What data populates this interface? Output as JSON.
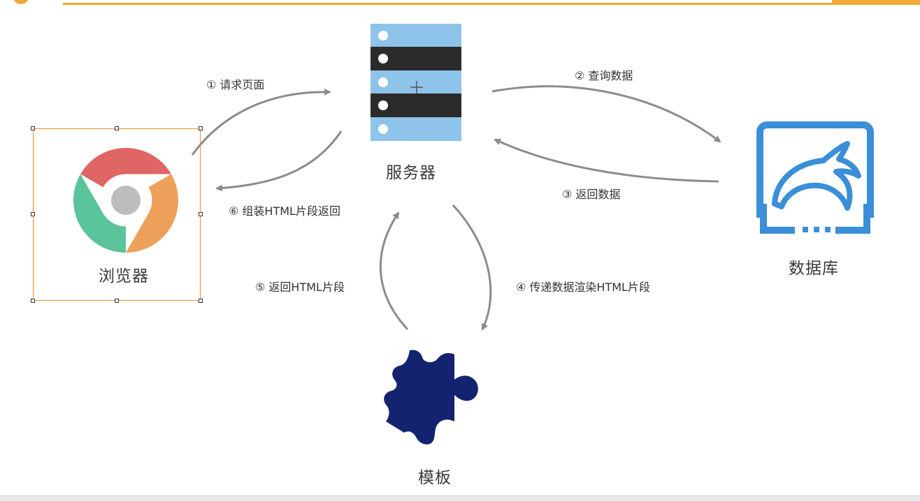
{
  "nodes": {
    "browser": "浏览器",
    "server": "服务器",
    "database": "数据库",
    "template": "模板"
  },
  "edges": {
    "e1": "① 请求页面",
    "e2": "② 查询数据",
    "e3": "③ 返回数据",
    "e4": "④ 传递数据渲染HTML片段",
    "e5": "⑤ 返回HTML片段",
    "e6": "⑥ 组装HTML片段返回"
  },
  "colors": {
    "accent": "#f0a83a",
    "selection": "#f08a24",
    "server_light": "#8ec3ea",
    "server_dark": "#2b2b2b",
    "database": "#3b8fd8",
    "template": "#142370",
    "arrow": "#8c8c8c"
  },
  "icons": {
    "browser": "chrome-icon",
    "server": "server-icon",
    "database": "mysql-dolphin-icon",
    "template": "puzzle-piece-icon"
  }
}
